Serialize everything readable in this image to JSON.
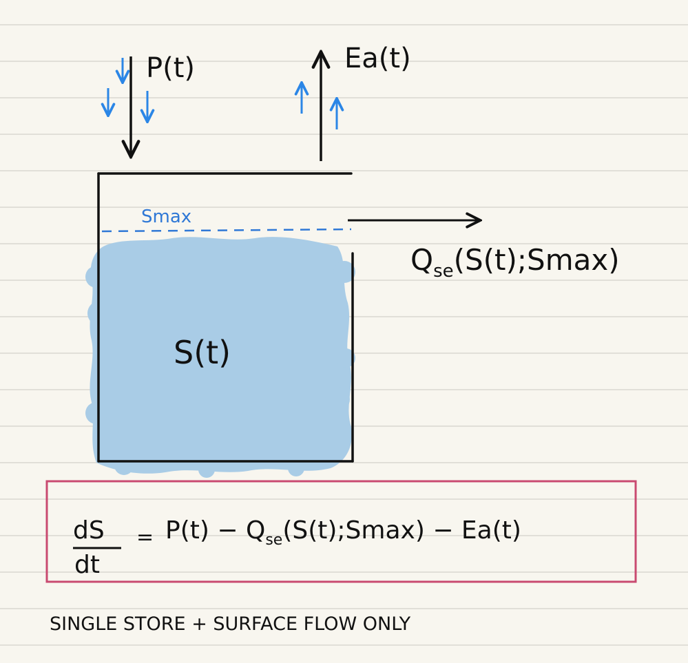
{
  "labels": {
    "precipitation": "P(t)",
    "evaporation": "Ea(t)",
    "smax": "Smax",
    "storage": "S(t)",
    "outflow_q": "Q",
    "outflow_sub": "se",
    "outflow_args": "(S(t);Smax)"
  },
  "equation": {
    "numerator": "dS",
    "denominator": "dt",
    "equals": "=",
    "rhs_a": "P(t) − Q",
    "rhs_sub": "se",
    "rhs_b": "(S(t);Smax) − Ea(t)"
  },
  "caption": "SINGLE STORE + SURFACE FLOW ONLY",
  "colors": {
    "paper": "#f8f6ef",
    "rule": "#d9d7d0",
    "ink": "#111111",
    "blue_arrow": "#2b86e6",
    "water": "#a9cce6",
    "smax_line": "#2f78d6",
    "box": "#c94a70"
  }
}
